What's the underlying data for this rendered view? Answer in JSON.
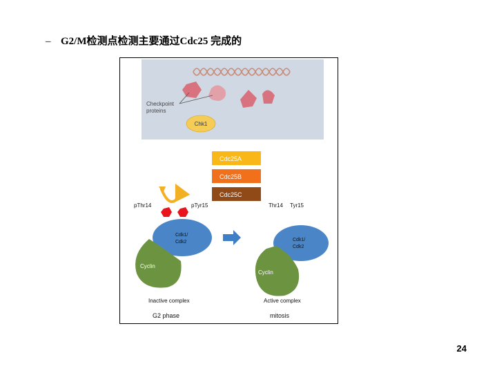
{
  "slide": {
    "bullet_dash": "–",
    "title": "G2/M检测点检测主要通过Cdc25 完成的",
    "page_number": "24"
  },
  "diagram": {
    "checkpoint_label_line1": "Checkpoint",
    "checkpoint_label_line2": "proteins",
    "chk1_label": "Chk1",
    "cdc25a_label": "Cdc25A",
    "cdc25b_label": "Cdc25B",
    "cdc25c_label": "Cdc25C",
    "pthr14_label": "pThr14",
    "ptyr15_label": "pTyr15",
    "thr14_label": "Thr14",
    "tyr15_label": "Tyr15",
    "cdk_left_line1": "Cdk1/",
    "cdk_left_line2": "Cdk2",
    "cdk_right_line1": "Cdk1/",
    "cdk_right_line2": "Cdk2",
    "cyclin_left_label": "Cyclin",
    "cyclin_right_label": "Cyclin",
    "inactive_complex_label": "Inactive complex",
    "active_complex_label": "Active complex",
    "g2_phase_label": "G2 phase",
    "mitosis_label": "mitosis",
    "colors": {
      "panel_background": "#cfd8e3",
      "dna_wave": "#c98a76",
      "checkpoint_protein": "#d9727f",
      "checkpoint_protein_pale": "#e2a0a8",
      "chk1_fill": "#f5cc55",
      "cdc25a_fill": "#f9b818",
      "cdc25b_fill": "#f0701c",
      "cdc25c_fill": "#8f4a18",
      "cdk_fill": "#4a86c7",
      "cyclin_fill": "#6c9340",
      "phosphate": "#e8161c",
      "arrow": "#3f7fc6",
      "curved_arrow": "#f2b125"
    }
  }
}
